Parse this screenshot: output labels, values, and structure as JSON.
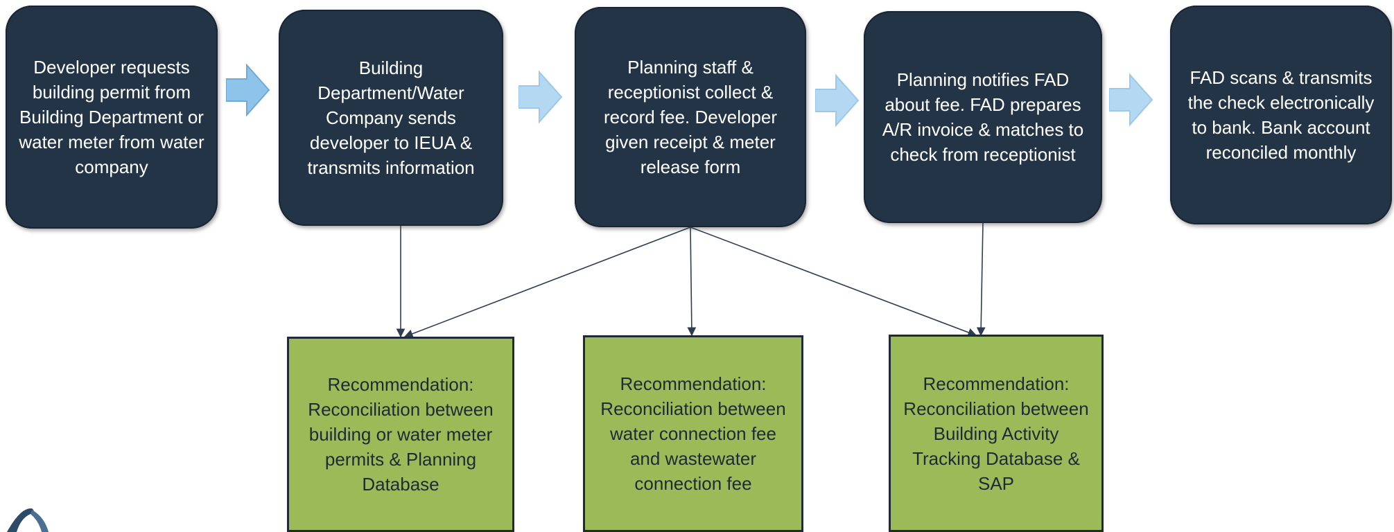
{
  "process_steps": [
    "Developer requests building permit from Building Department or water meter from water company",
    "Building Department/Water Company sends developer to IEUA & transmits information",
    "Planning staff & receptionist collect & record fee.  Developer given receipt & meter release form",
    "Planning notifies FAD about fee.  FAD prepares A/R invoice & matches to check from receptionist",
    "FAD scans & transmits the check electronically to bank.  Bank account reconciled monthly"
  ],
  "recommendations": [
    "Recommendation: Reconciliation between building or water meter permits & Planning Database",
    "Recommendation: Reconciliation between water connection fee and wastewater connection fee",
    "Recommendation: Reconciliation between Building Activity Tracking Database & SAP"
  ],
  "colors": {
    "process_fill": "#243447",
    "recommendation_fill": "#9bbb59",
    "flow_arrow": "#8ec3ea",
    "connector": "#2c3d52"
  }
}
